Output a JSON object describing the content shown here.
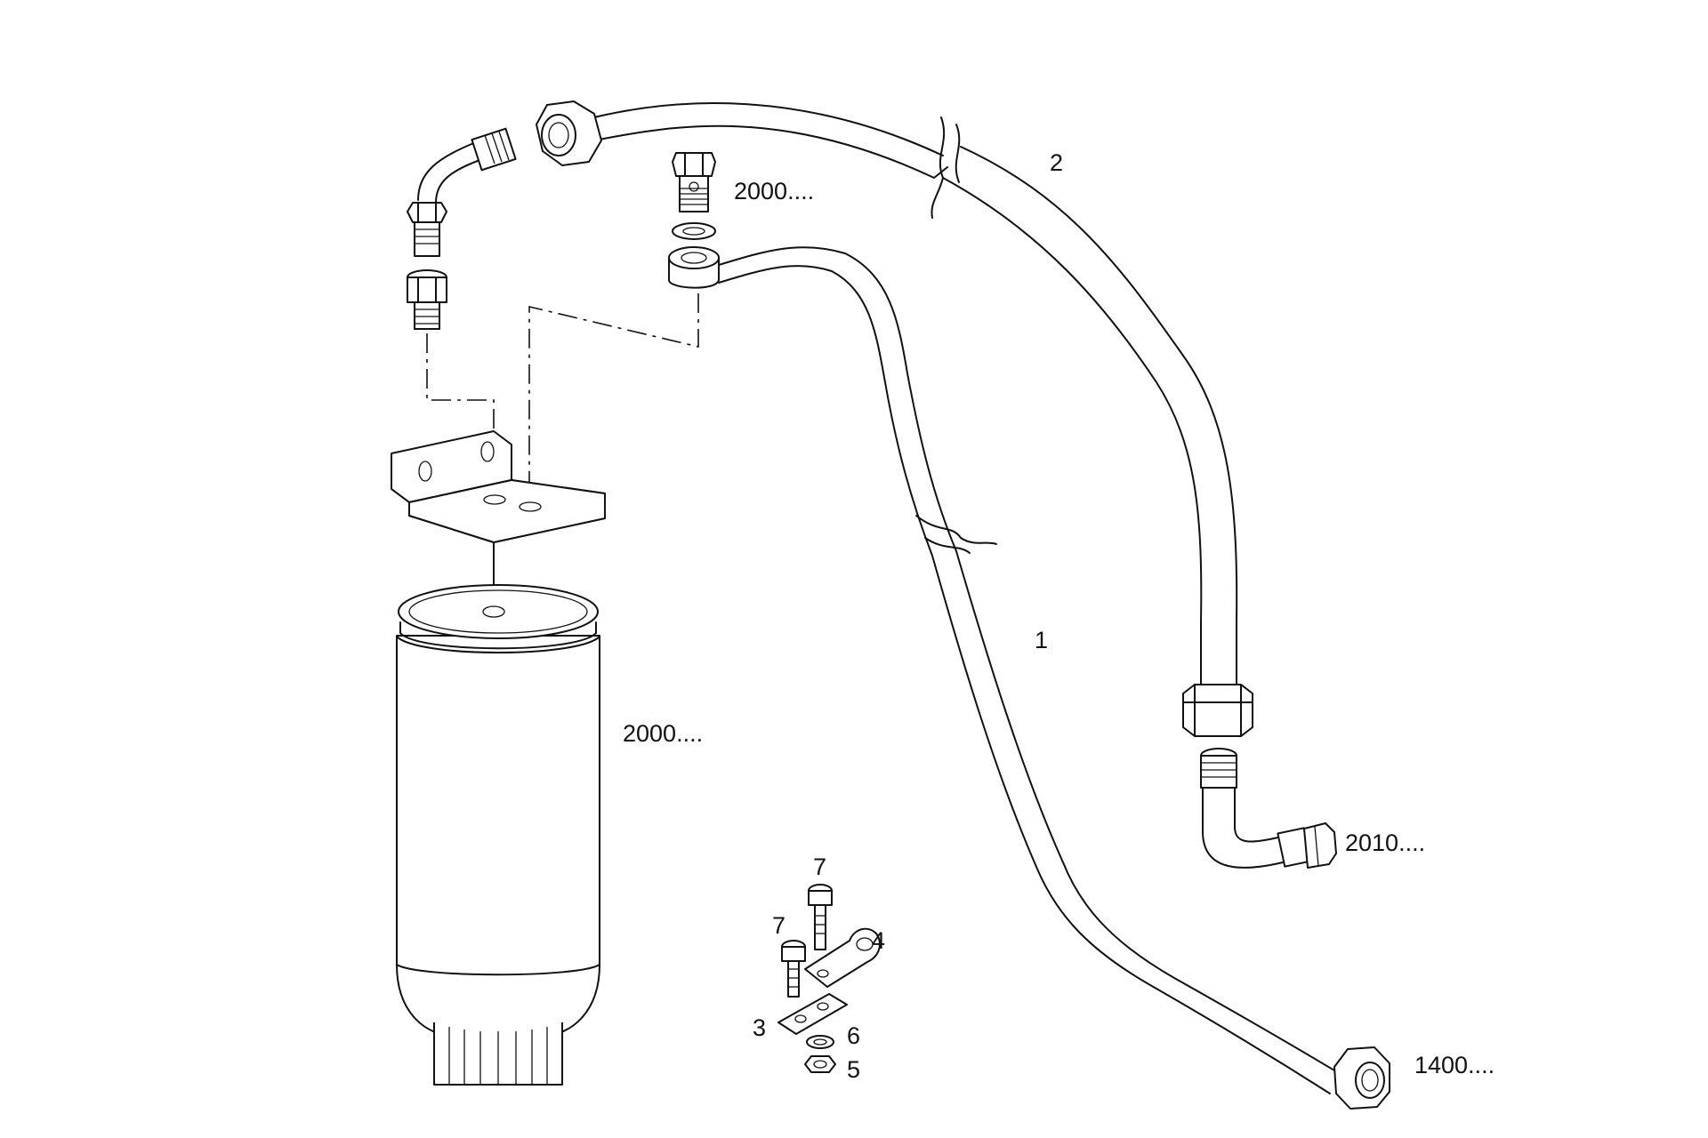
{
  "labels": {
    "part_2": "2",
    "part_1": "1",
    "banjo_bolt_ref": "2000....",
    "filter_ref": "2000....",
    "elbow_ref": "2010....",
    "pipe_end_ref": "1400....",
    "bolt_upper": "7",
    "bolt_lower": "7",
    "clamp": "4",
    "plate": "3",
    "washer": "6",
    "nut": "5"
  }
}
